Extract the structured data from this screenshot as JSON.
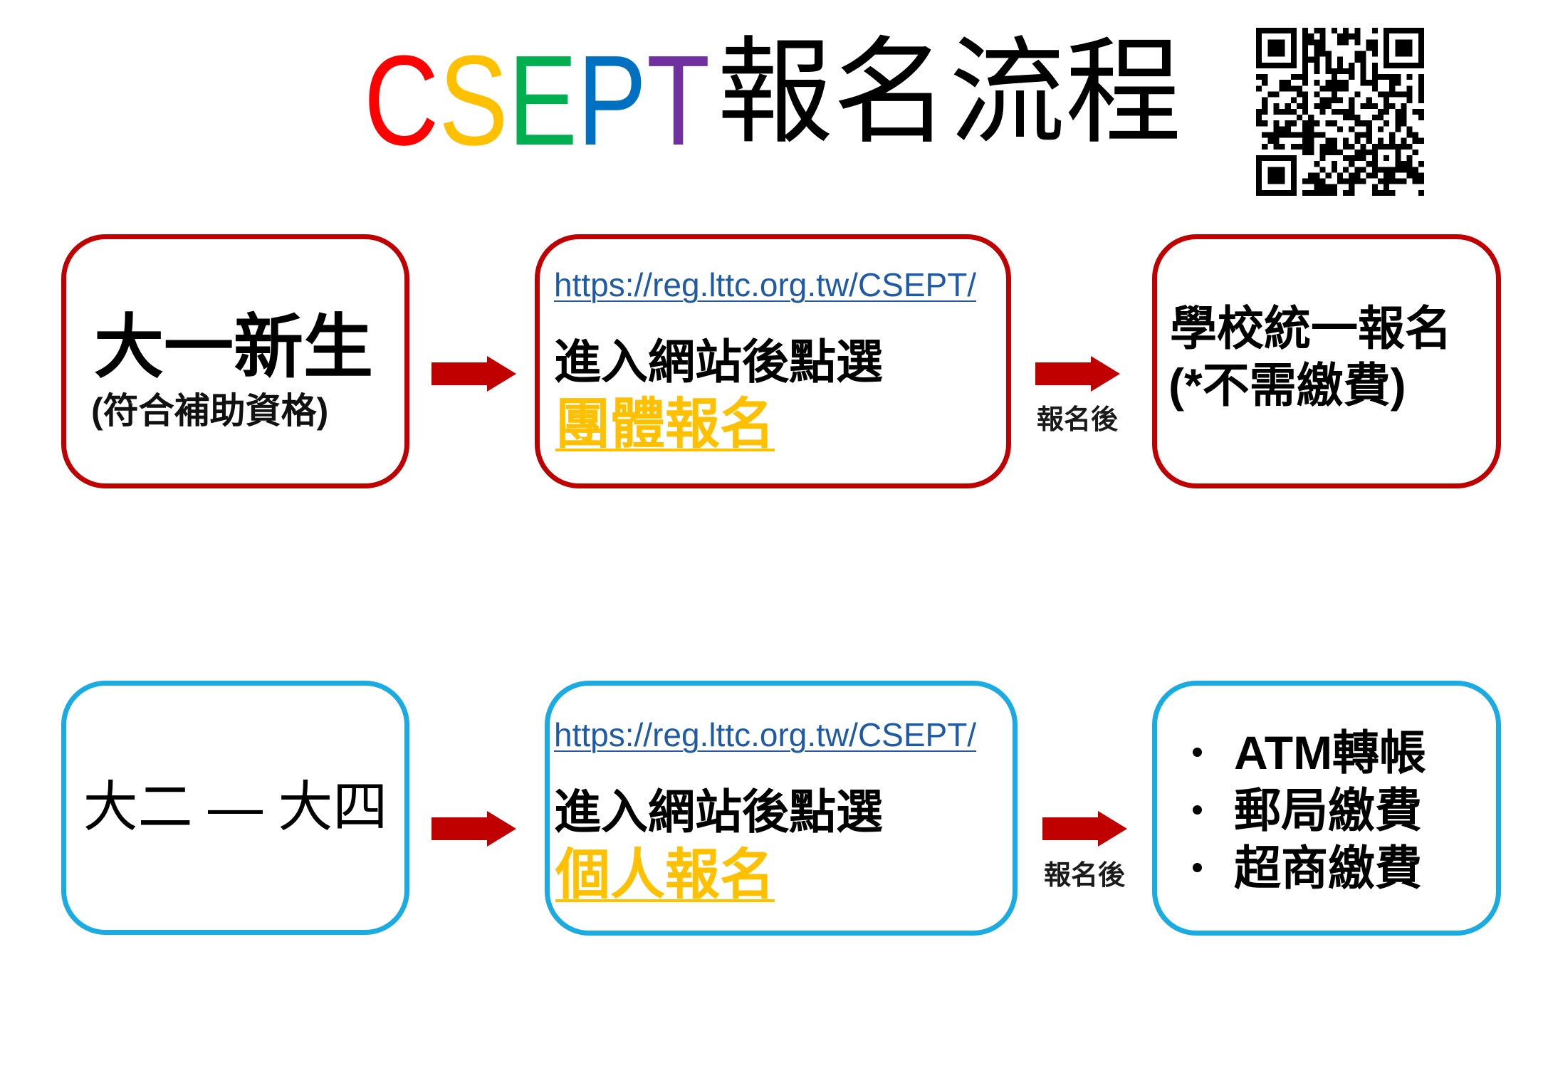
{
  "title": {
    "letters": [
      {
        "char": "C",
        "color": "#FF0000"
      },
      {
        "char": "S",
        "color": "#FFC000"
      },
      {
        "char": "E",
        "color": "#00B050"
      },
      {
        "char": "P",
        "color": "#0070C0"
      },
      {
        "char": "T",
        "color": "#7030A0"
      }
    ],
    "suffix": "報名流程",
    "suffix_color": "#000000"
  },
  "qr_code": {
    "icon": "qr-code"
  },
  "icons": {
    "arrow": "arrow-right-icon",
    "bullet": "bullet-dot"
  },
  "colors": {
    "arrow": "#C00000",
    "link": "#1F5AA6",
    "option": "#FFC000"
  },
  "rows": [
    {
      "border_color": "#C00000",
      "group": {
        "label": "大一新生",
        "note": "(符合補助資格)"
      },
      "register": {
        "url": "https://reg.lttc.org.tw/CSEPT/",
        "instruction": "進入網站後點選",
        "option": "團體報名"
      },
      "after_label": "報名後",
      "result": {
        "lines": [
          "學校統一報名",
          "(*不需繳費)"
        ]
      }
    },
    {
      "border_color": "#1AABE3",
      "group": {
        "label": "大二 — 大四"
      },
      "register": {
        "url": "https://reg.lttc.org.tw/CSEPT/",
        "instruction": "進入網站後點選",
        "option": "個人報名"
      },
      "after_label": "報名後",
      "result": {
        "bullets": [
          "ATM轉帳",
          "郵局繳費",
          "超商繳費"
        ]
      }
    }
  ]
}
